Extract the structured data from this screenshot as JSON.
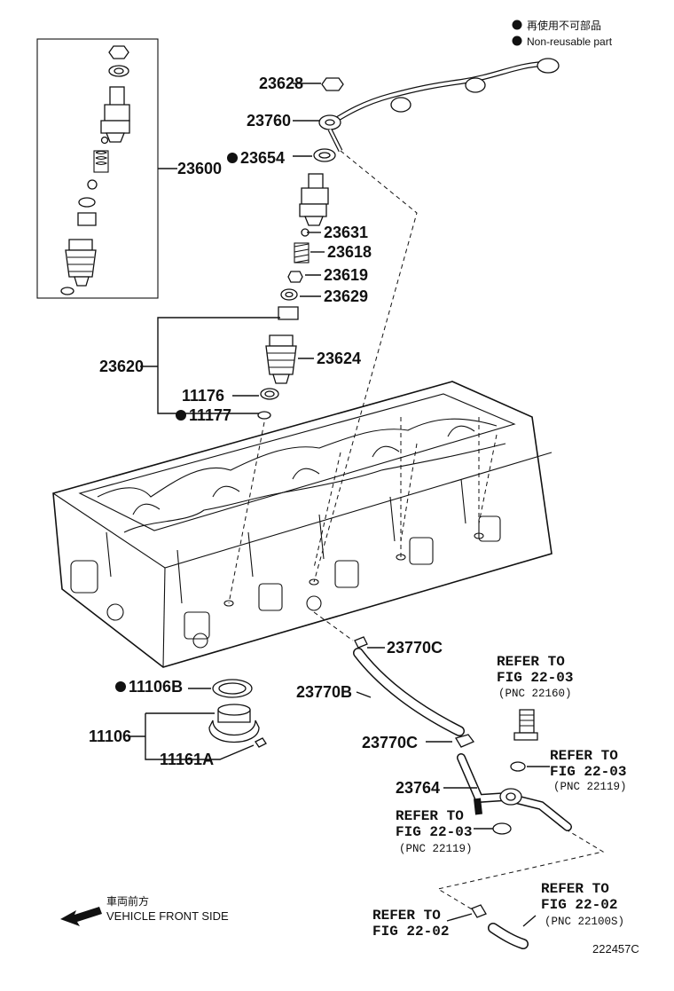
{
  "legend": {
    "jp": "再使用不可部品",
    "en": "Non-reusable part"
  },
  "labels": {
    "p23628": "23628",
    "p23760": "23760",
    "p23654": "23654",
    "p23600": "23600",
    "p23631": "23631",
    "p23618": "23618",
    "p23619": "23619",
    "p23629": "23629",
    "p23620": "23620",
    "p23624": "23624",
    "p11176": "11176",
    "p11177": "11177",
    "p23770c_top": "23770C",
    "p23770b": "23770B",
    "p23770c_bottom": "23770C",
    "p23764": "23764",
    "p11106b": "11106B",
    "p11106": "11106",
    "p11161a": "11161A"
  },
  "refs": {
    "r1": {
      "line1": "REFER TO",
      "line2": "FIG 22-03",
      "pnc": "(PNC 22160)"
    },
    "r2": {
      "line1": "REFER TO",
      "line2": "FIG 22-03",
      "pnc": "(PNC 22119)"
    },
    "r3": {
      "line1": "REFER TO",
      "line2": "FIG 22-03",
      "pnc": "(PNC 22119)"
    },
    "r4": {
      "line1": "REFER TO",
      "line2": "FIG 22-02",
      "pnc": "(PNC 22100S)"
    },
    "r5": {
      "line1": "REFER TO",
      "line2": "FIG 22-02"
    }
  },
  "front": {
    "jp": "車両前方",
    "en": "VEHICLE FRONT SIDE"
  },
  "figure_code": "222457C"
}
